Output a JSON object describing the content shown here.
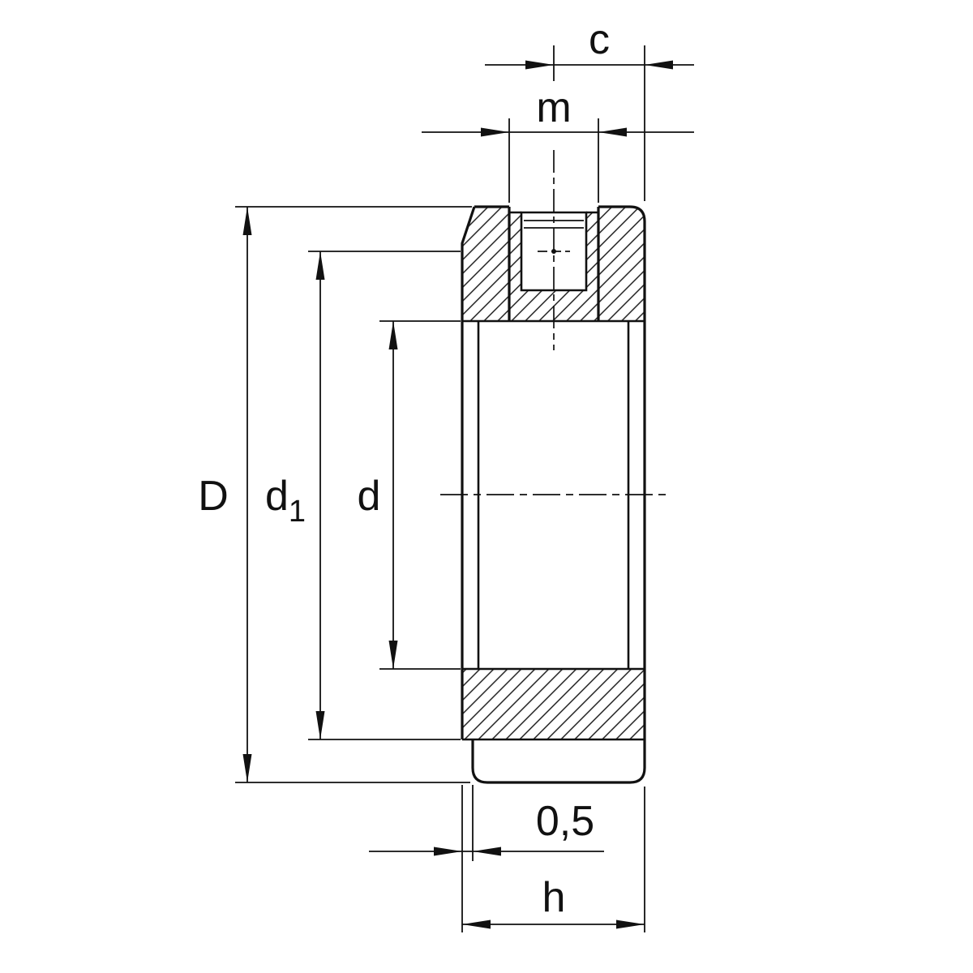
{
  "drawing": {
    "dimension_labels": {
      "c": "c",
      "m": "m",
      "outer_diameter": "D",
      "intermediate_diameter_base": "d",
      "intermediate_diameter_sub": "1",
      "bore_diameter": "d",
      "recess": "0,5",
      "height": "h"
    },
    "colors": {
      "line": "#111111",
      "background": "#ffffff"
    }
  }
}
